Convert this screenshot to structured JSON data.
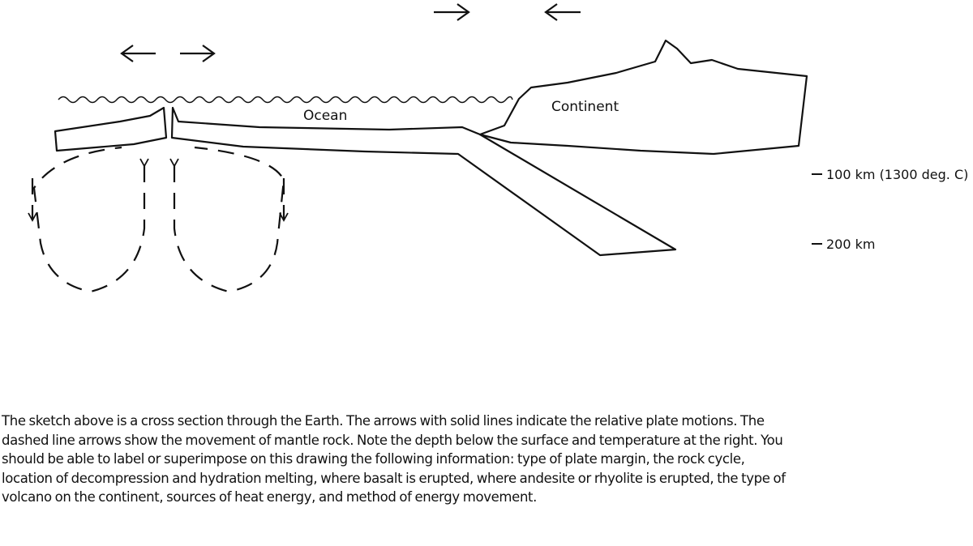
{
  "labels": {
    "ocean": "Ocean",
    "continent": "Continent",
    "depth_100": "100 km (1300 deg. C)",
    "depth_200": "200 km"
  },
  "caption_lines": [
    "The sketch above is a cross section through the Earth. The arrows with solid lines indicate the relative plate motions. The",
    "dashed line arrows show the movement of mantle rock. Note the depth below the surface and temperature at the right. You",
    "should be able to label or superimpose on this drawing the following information: type of plate margin, the rock cycle,",
    "location of decompression and hydration melting, where basalt is erupted, where andesite or rhyolite is erupted, the type of",
    "volcano on the continent, sources of heat energy, and method of energy movement."
  ],
  "colors": {
    "ink": "#111111",
    "background": "#ffffff"
  }
}
